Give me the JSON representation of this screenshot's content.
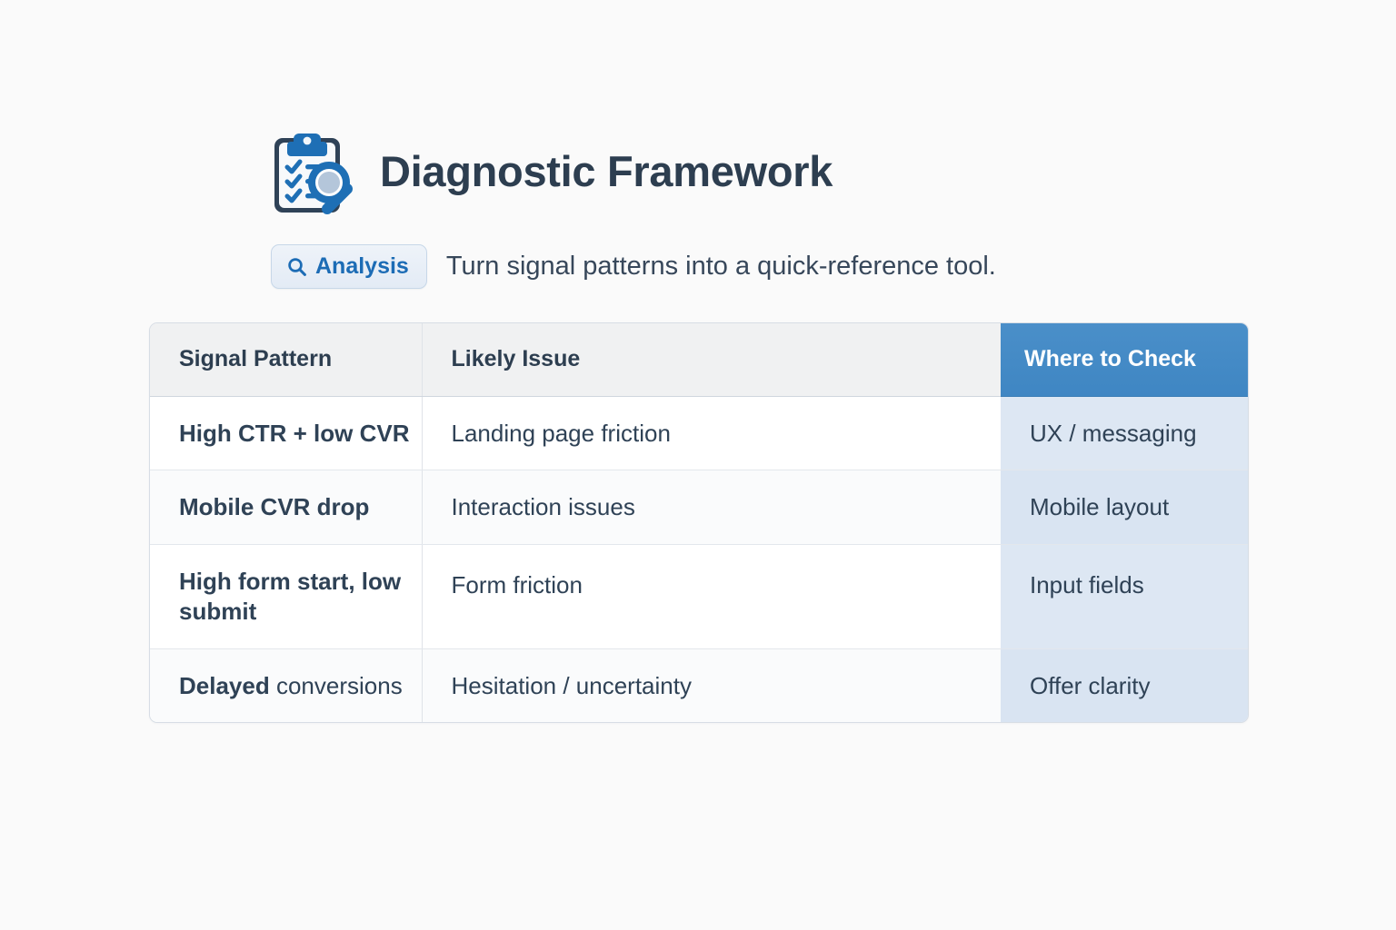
{
  "header": {
    "title": "Diagnostic Framework",
    "icon": "clipboard-search-icon"
  },
  "subtitle": {
    "badge_icon": "search-icon",
    "badge_label": "Analysis",
    "text": "Turn signal patterns into a quick-reference tool."
  },
  "table": {
    "columns": [
      "Signal Pattern",
      "Likely Issue",
      "Where to Check"
    ],
    "rows": [
      {
        "pattern_bold": "High CTR + low CVR",
        "pattern_regular": "",
        "issue": "Landing page friction",
        "check": "UX / messaging"
      },
      {
        "pattern_bold": "Mobile CVR drop",
        "pattern_regular": "",
        "issue": "Interaction issues",
        "check": "Mobile layout"
      },
      {
        "pattern_bold": "High form start, low submit",
        "pattern_regular": "",
        "issue": "Form friction",
        "check": "Input fields"
      },
      {
        "pattern_bold": "Delayed",
        "pattern_regular": " conversions",
        "issue": "Hesitation / uncertainty",
        "check": "Offer clarity"
      }
    ]
  },
  "colors": {
    "page_background": "#fafafa",
    "title": "#2d3e50",
    "accent_header": "#3f86c3",
    "accent_column_bg": "#dde7f3",
    "accent_column_text": "#1b4e8c",
    "badge_text": "#1c6cb5",
    "header_row_bg": "#f0f1f2"
  }
}
